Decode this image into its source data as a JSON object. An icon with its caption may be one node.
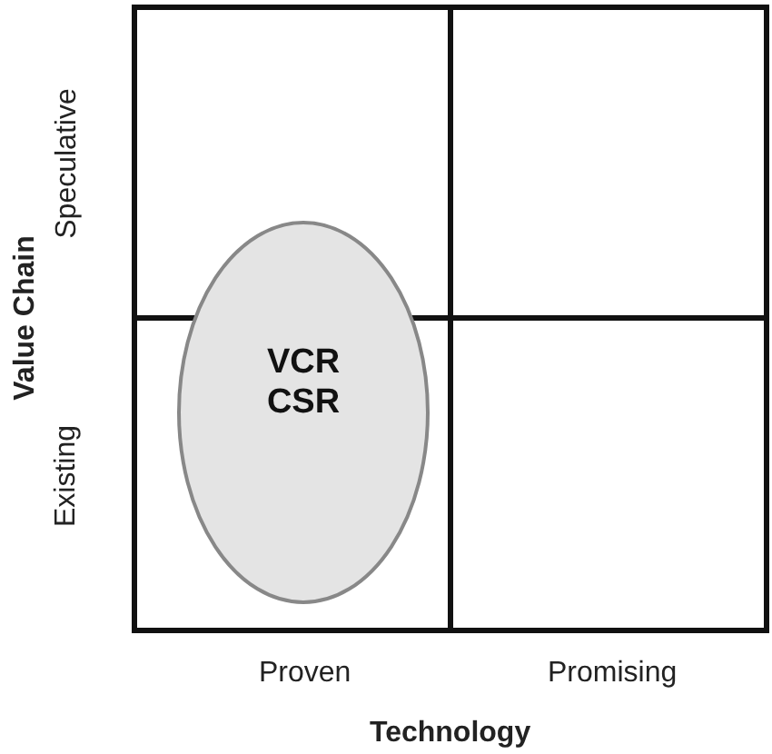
{
  "diagram": {
    "nodes": [
      {
        "text": [
          "VCR CSR"
        ]
      }
    ],
    "labels": [
      "Speculative",
      "Existing",
      "Value Chain",
      "Proven",
      "Promising",
      "Technology"
    ]
  }
}
